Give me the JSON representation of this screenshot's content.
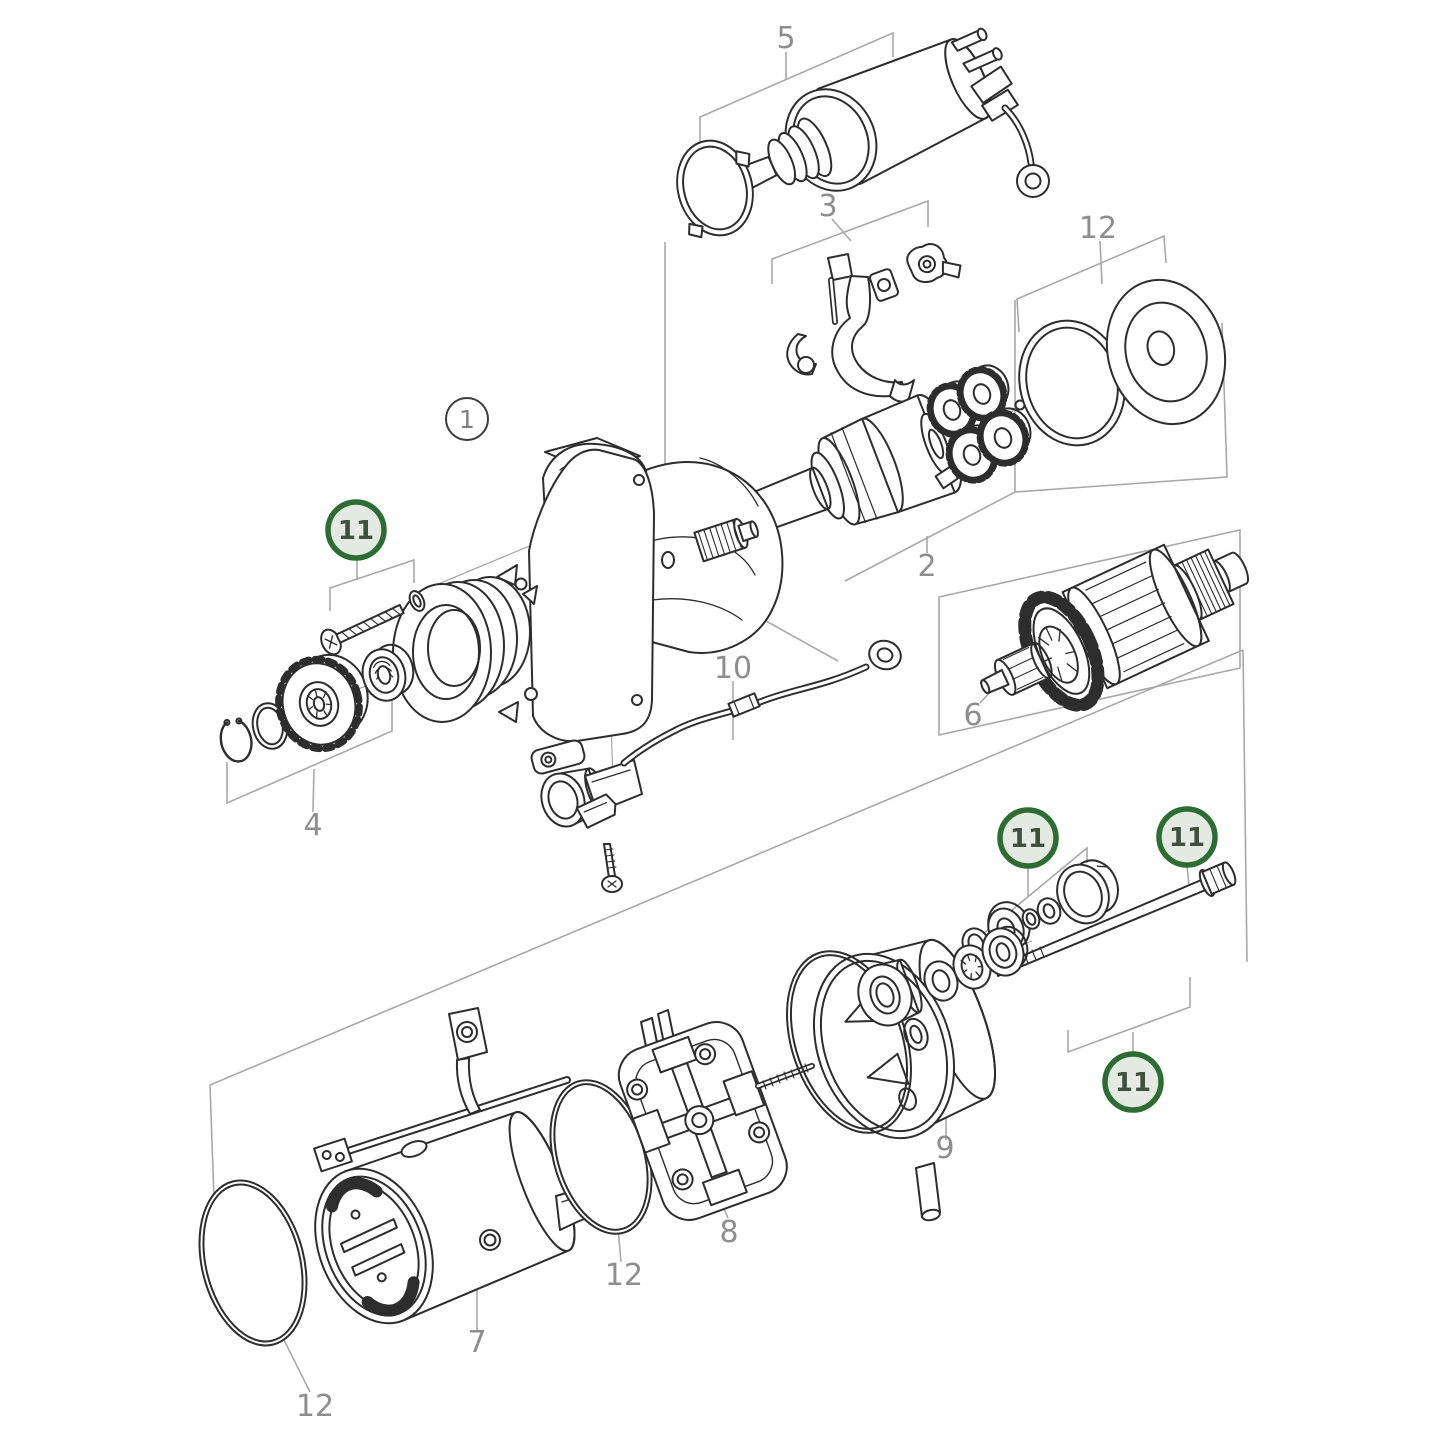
{
  "diagram_type": "exploded-parts-diagram",
  "subject": "starter-motor",
  "colors": {
    "background": "#ffffff",
    "line": "#2d2d2d",
    "frame_line": "#a8a8a8",
    "axis_line": "#9d9d9d",
    "label_text": "#8e8e8e",
    "highlight_ring": "#2d6c32",
    "highlight_fill": "#e3eae1",
    "highlight_text": "#40503f",
    "plain_circle_ring": "#3c3c3c"
  },
  "callouts": {
    "part1": {
      "text": "1",
      "style": "circle-plain"
    },
    "part2": {
      "text": "2",
      "style": "plain"
    },
    "part3": {
      "text": "3",
      "style": "plain"
    },
    "part4": {
      "text": "4",
      "style": "plain"
    },
    "part5": {
      "text": "5",
      "style": "plain"
    },
    "part6": {
      "text": "6",
      "style": "plain"
    },
    "part7": {
      "text": "7",
      "style": "plain"
    },
    "part8": {
      "text": "8",
      "style": "plain"
    },
    "part9": {
      "text": "9",
      "style": "plain"
    },
    "part10": {
      "text": "10",
      "style": "plain"
    },
    "part11_a": {
      "text": "11",
      "style": "circle-green"
    },
    "part11_b": {
      "text": "11",
      "style": "circle-green"
    },
    "part11_c": {
      "text": "11",
      "style": "circle-green"
    },
    "part11_d": {
      "text": "11",
      "style": "circle-green"
    },
    "part12_top": {
      "text": "12",
      "style": "plain"
    },
    "part12_mid": {
      "text": "12",
      "style": "plain"
    },
    "part12_left": {
      "text": "12",
      "style": "plain"
    }
  }
}
